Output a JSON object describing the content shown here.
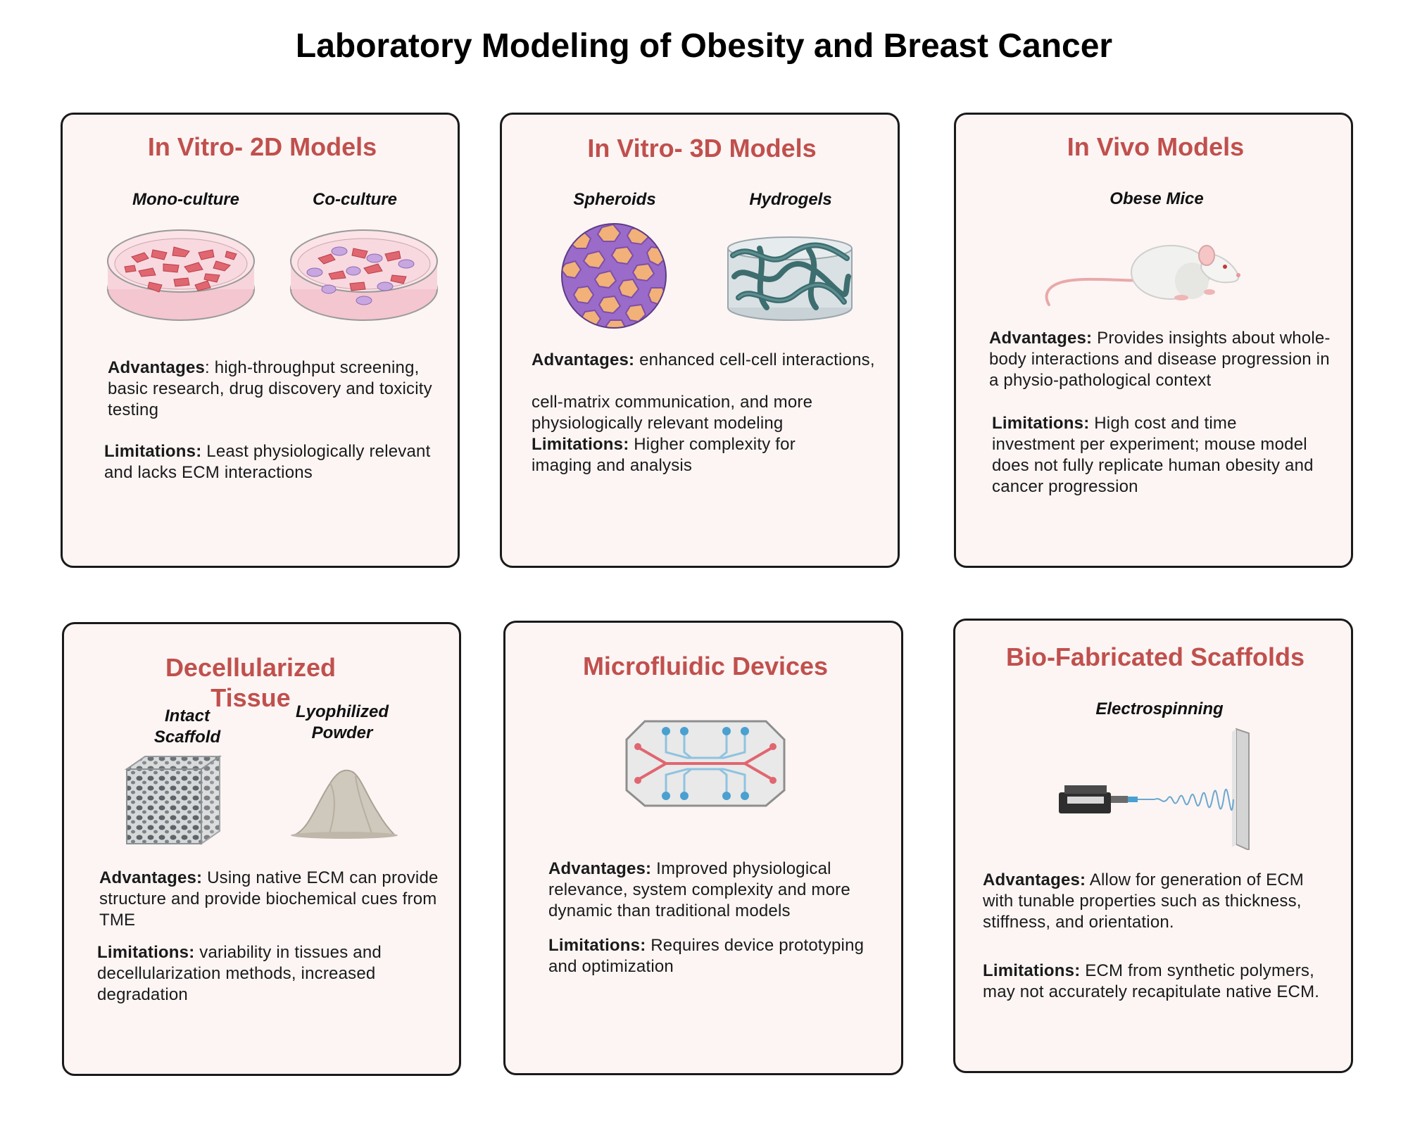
{
  "title": "Laboratory Modeling of Obesity and Breast Cancer",
  "panels": {
    "vitro2d": {
      "title": "In Vitro- 2D Models",
      "sub1": "Mono-culture",
      "sub2": "Co-culture",
      "adv_label": "Advantages",
      "adv_text": ": high-throughput screening, basic research, drug discovery and toxicity testing",
      "lim_label": "Limitations:",
      "lim_text": " Least physiologically relevant and lacks ECM interactions"
    },
    "vitro3d": {
      "title": "In Vitro- 3D Models",
      "sub1": "Spheroids",
      "sub2": "Hydrogels",
      "adv_label": "Advantages:",
      "adv_text": " enhanced cell-cell interactions,",
      "adv_text2": "cell-matrix communication, and more physiologically relevant modeling",
      "lim_label": "Limitations:",
      "lim_text": " Higher complexity for imaging and analysis"
    },
    "vivo": {
      "title": "In Vivo Models",
      "sub1": "Obese Mice",
      "adv_label": "Advantages:",
      "adv_text": " Provides insights about whole-body interactions and disease progression in a physio-pathological context",
      "lim_label": "Limitations:",
      "lim_text": " High cost and time investment per experiment; mouse model does not fully replicate human obesity and cancer progression"
    },
    "decell": {
      "title": "Decellularized Tissue",
      "sub1": "Intact Scaffold",
      "sub2": "Lyophilized Powder",
      "adv_label": "Advantages:",
      "adv_text": " Using native ECM can provide structure and provide biochemical cues from TME",
      "lim_label": "Limitations:",
      "lim_text": " variability in tissues and decellularization methods, increased degradation"
    },
    "micro": {
      "title": "Microfluidic Devices",
      "adv_label": "Advantages:",
      "adv_text": " Improved physiological relevance,  system complexity and more dynamic than traditional models",
      "lim_label": "Limitations:",
      "lim_text": " Requires device prototyping and optimization"
    },
    "biofab": {
      "title": "Bio-Fabricated Scaffolds",
      "sub1": "Electrospinning",
      "adv_label": "Advantages:",
      "adv_text": " Allow for generation of ECM with tunable properties such as thickness, stiffness,  and orientation.",
      "lim_label": "Limitations:",
      "lim_text": "  ECM  from synthetic polymers, may not accurately recapitulate native ECM."
    }
  },
  "icons": [
    "petri-dish-icon",
    "coculture-dish-icon",
    "spheroid-icon",
    "hydrogel-icon",
    "mouse-icon",
    "scaffold-cube-icon",
    "powder-pile-icon",
    "microfluidic-chip-icon",
    "electrospinning-icon"
  ],
  "colors": {
    "title_red": "#c0504d",
    "panel_bg": "#fcf5f4",
    "border": "#1a1a1a"
  }
}
